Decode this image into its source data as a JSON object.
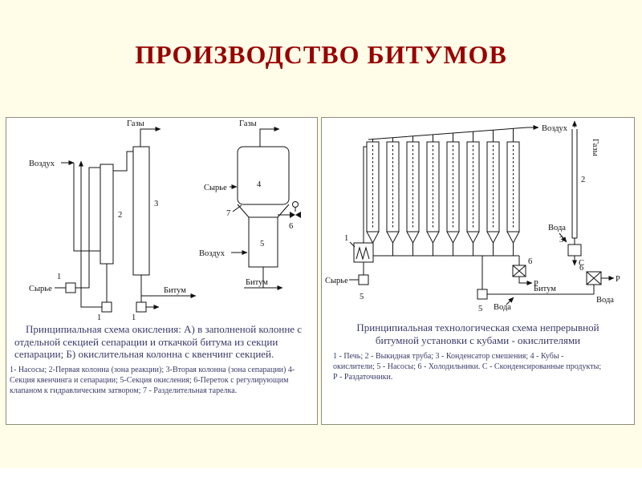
{
  "slide": {
    "title": "ПРОИЗВОДСТВО БИТУМОВ"
  },
  "left_panel": {
    "caption": "Принципиальная схема окисления: А) в заполненой колонне с отдельной секцией сепарации и откачкой битума из секции сепарации; Б) окислительная колонна с квенчинг секцией.",
    "legend": "1- Насосы; 2-Первая колонна (зона реакции); 3-Вторая колонна (зона сепарации) 4-Секция квенчинга и сепарации; 5-Секция окисления; 6-Переток с регулирующим клапаном к гидравлическим затвором; 7 - Разделительная тарелка.",
    "diagram": {
      "labels": {
        "air_a": "Воздух",
        "feed_a": "Сырье",
        "gases_a": "Газы",
        "bitumen_a": "Битум",
        "n1a": "1",
        "n1b": "1",
        "n1c": "1",
        "n2": "2",
        "n3": "3",
        "gases_b": "Газы",
        "feed_b": "Сырье",
        "air_b": "Воздух",
        "bitumen_b": "Битум",
        "n4": "4",
        "n5": "5",
        "n6": "6",
        "n7": "7"
      }
    }
  },
  "right_panel": {
    "caption": "Принципиальная технологическая схема непрерывной битумной установки с кубами - окислителями",
    "legend": "1 - Печь; 2 - Выкидная труба; 3 - Конденсатор смешения; 4 - Кубы - окислители; 5 - Насосы; 6 - Холодильники. С - Сконденсированные продукты; Р - Раздаточники.",
    "diagram": {
      "vessel_count": 8,
      "labels": {
        "air": "Воздух",
        "gases": "Газы",
        "stack": "2",
        "water_top": "Вода",
        "condenser": "3",
        "condensate": "С",
        "furnace": "1",
        "feed": "Сырье",
        "pump_left": "5",
        "pump_mid": "5",
        "bitumen": "Битум",
        "cooler_mid": "6",
        "dispenser_mid": "Р",
        "water_mid": "Вода",
        "cooler_right": "6",
        "dispenser_right": "Р",
        "water_right": "Вода"
      }
    }
  },
  "colors": {
    "background": "#fffde8",
    "title": "#990000",
    "caption_text": "#3a3a68",
    "diagram_stroke": "#111111"
  }
}
